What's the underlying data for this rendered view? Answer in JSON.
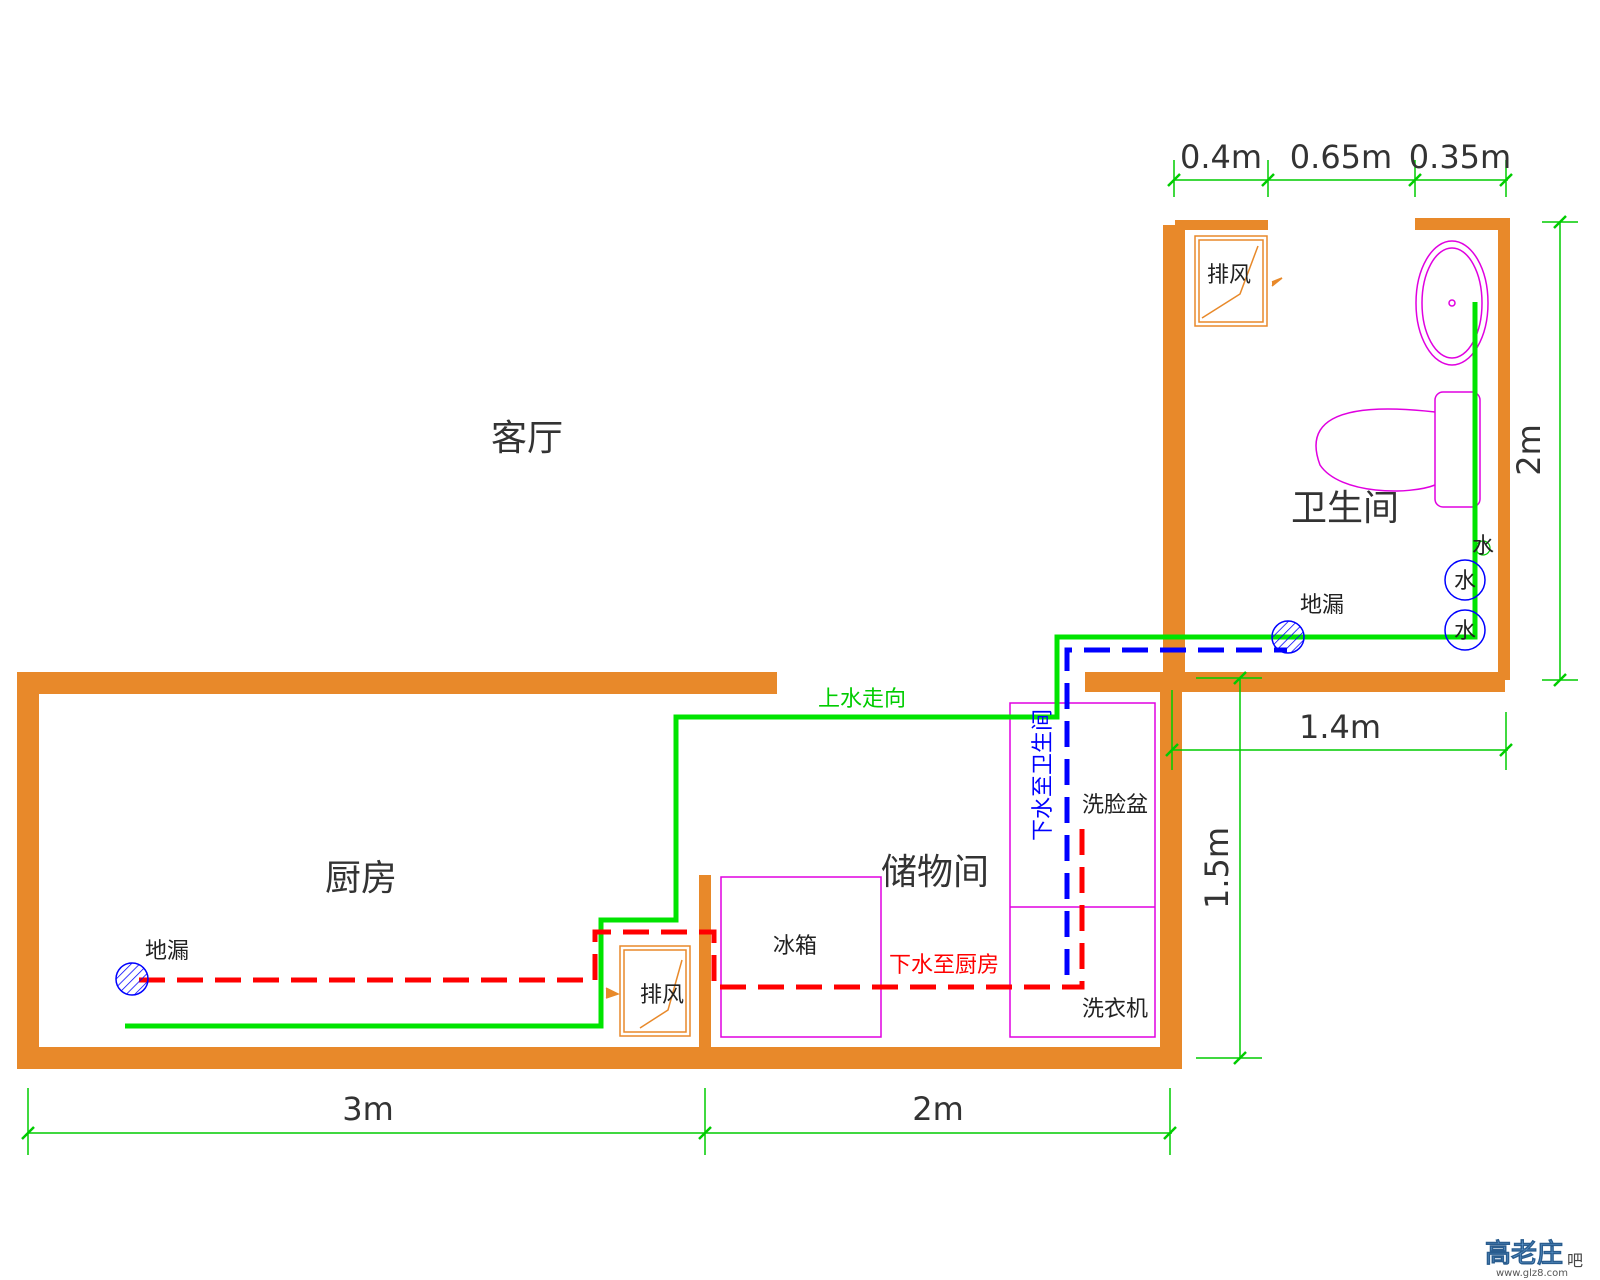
{
  "rooms": {
    "living": "客厅",
    "bathroom": "卫生间",
    "kitchen": "厨房",
    "storage": "储物间"
  },
  "fixtures": {
    "floor_drain": "地漏",
    "exhaust": "排风",
    "fridge": "冰箱",
    "washbasin": "洗脸盆",
    "washer": "洗衣机",
    "water_mark": "水"
  },
  "pipes": {
    "supply": "上水走向",
    "drain_kitchen": "下水至厨房",
    "drain_bathroom": "下水至卫生间"
  },
  "dimensions": {
    "top_a": "0.4m",
    "top_b": "0.65m",
    "top_c": "0.35m",
    "bath_height": "2m",
    "bath_width": "1.4m",
    "storage_height": "1.5m",
    "bottom_left": "3m",
    "bottom_right": "2m"
  },
  "watermark": {
    "logo": "高老庄",
    "suffix": "吧",
    "url": "www.glz8.com"
  },
  "colors": {
    "wall": "#E8892A",
    "supply": "#00E400",
    "drain_red": "#FF0000",
    "drain_blue": "#0000FF",
    "fixture": "#E000E0",
    "dimension": "#00CC00",
    "exhaust": "#E8892A"
  }
}
